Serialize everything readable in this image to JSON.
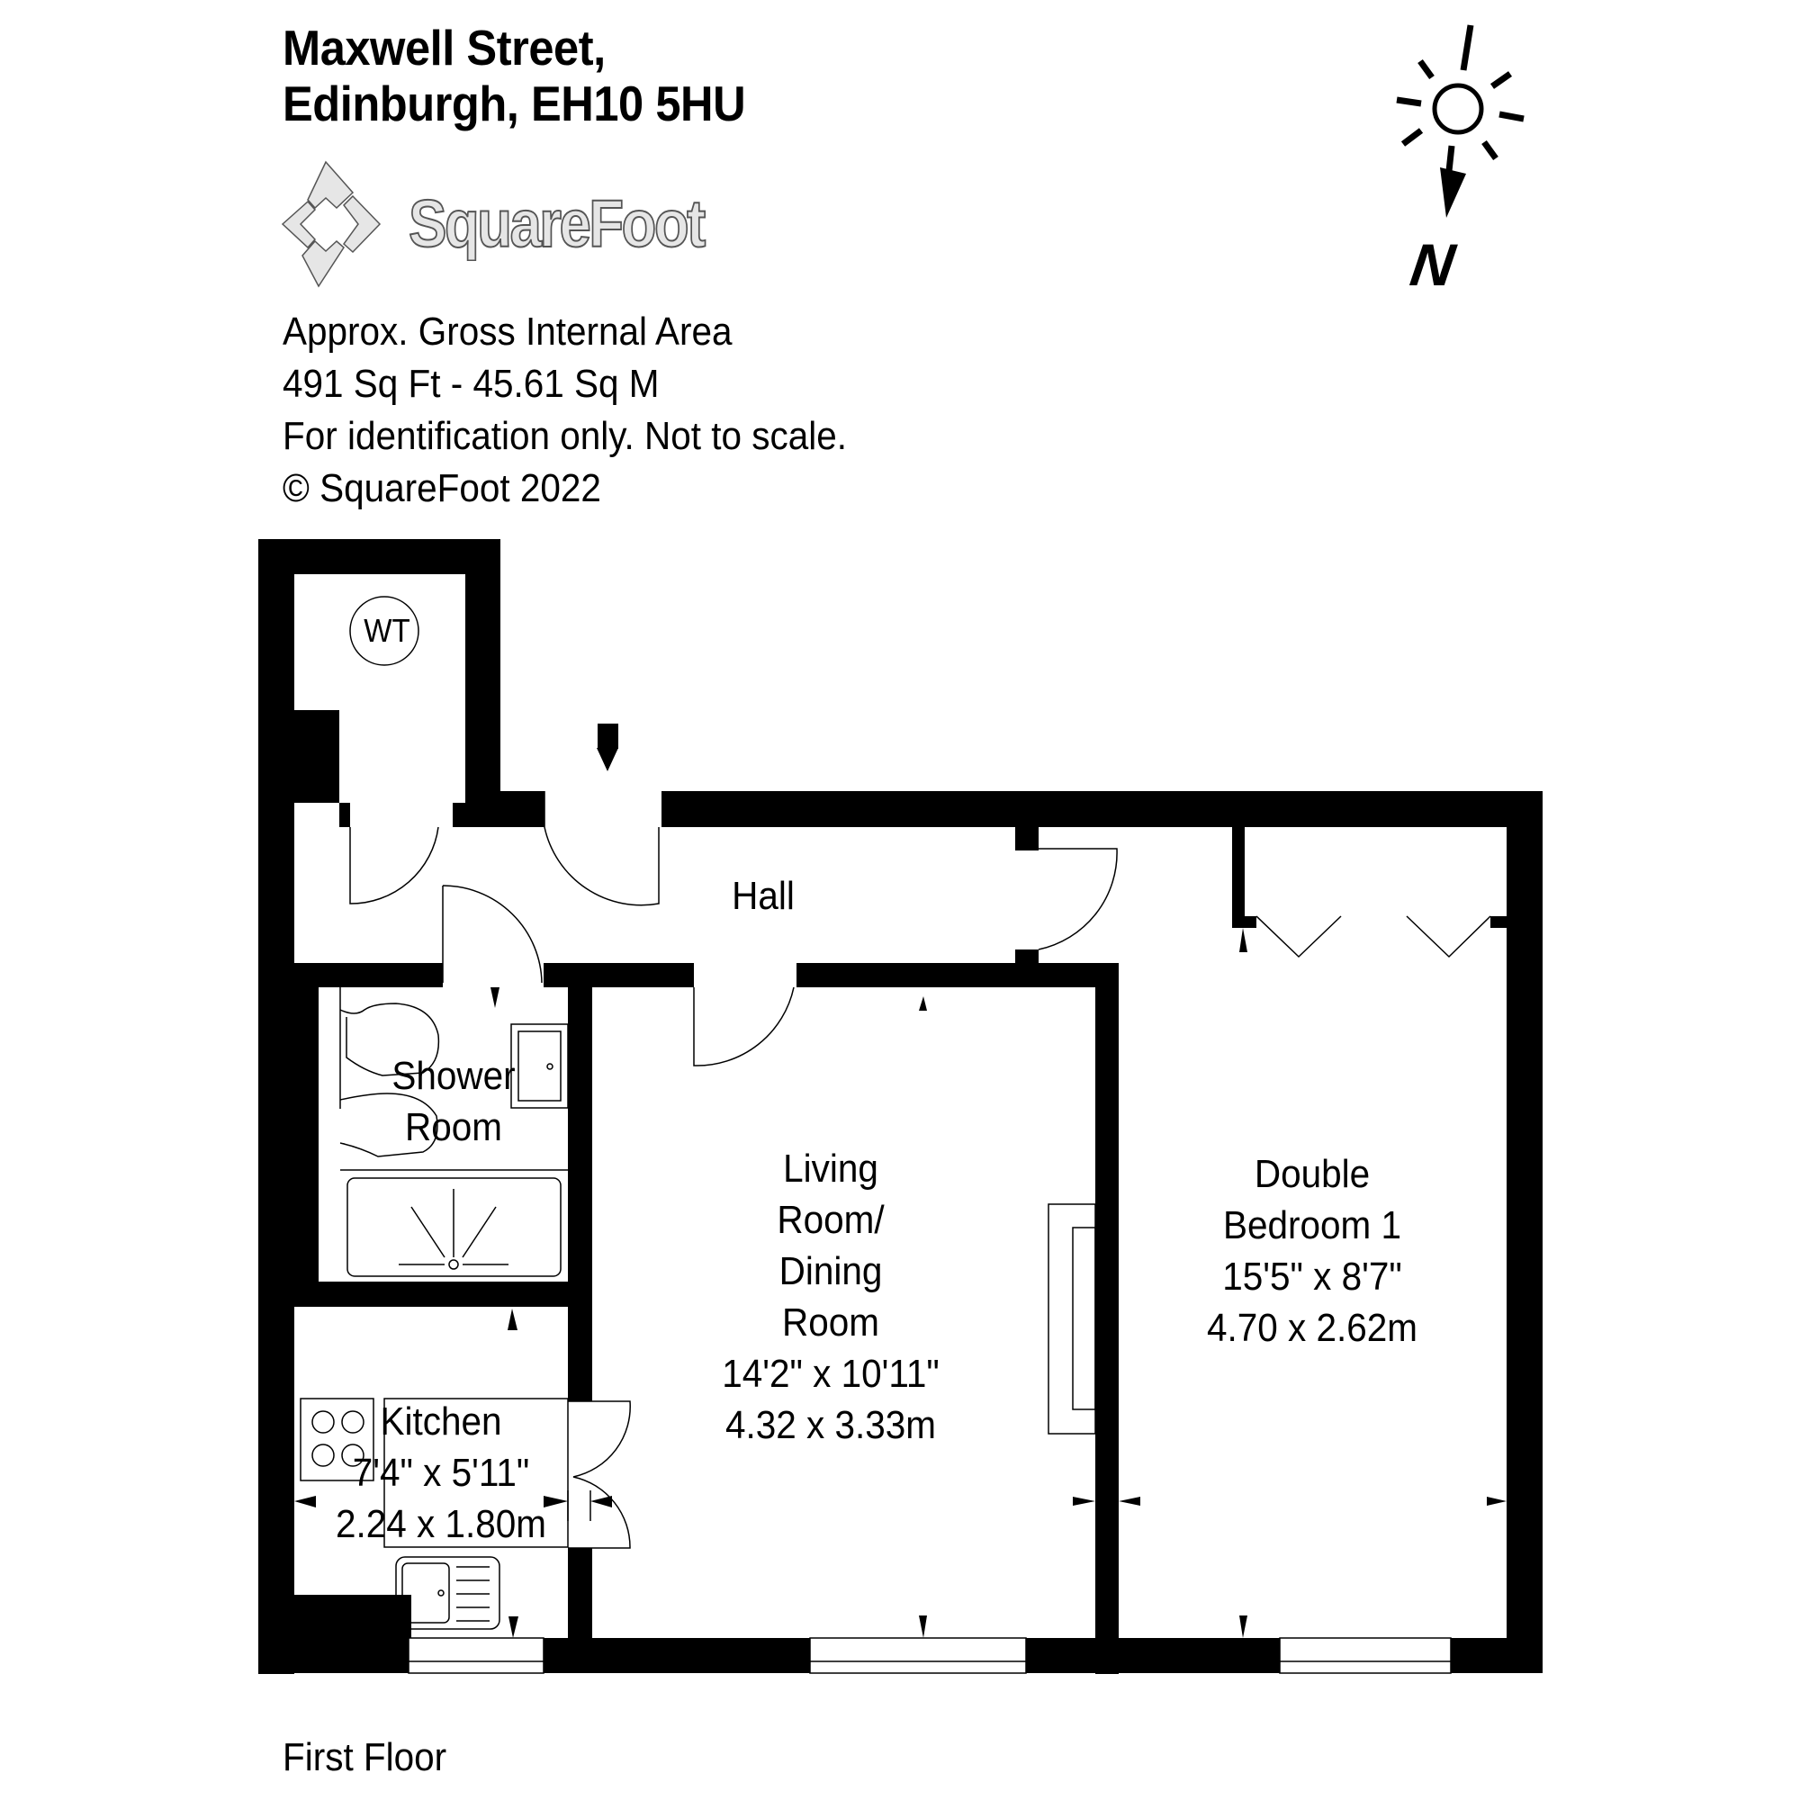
{
  "header": {
    "address_line1": "Maxwell Street,",
    "address_line2": "Edinburgh, EH10 5HU"
  },
  "logo": {
    "brand": "SquareFoot"
  },
  "compass": {
    "north_label": "N",
    "icon": "sun-north-arrow-icon"
  },
  "info": {
    "area_heading": "Approx. Gross Internal Area",
    "area_value": "491 Sq Ft  -  45.61 Sq M",
    "disclaimer": "For identification only. Not to scale.",
    "copyright": "© SquareFoot 2022"
  },
  "floor": {
    "label": "First Floor"
  },
  "rooms": {
    "hall": {
      "name": "Hall"
    },
    "store": {
      "fixture": "WT"
    },
    "shower_room": {
      "line1": "Shower",
      "line2": "Room"
    },
    "kitchen": {
      "name": "Kitchen",
      "imperial": "7'4\" x 5'11\"",
      "metric": "2.24 x 1.80m"
    },
    "living_room": {
      "line1": "Living",
      "line2": "Room/",
      "line3": "Dining",
      "line4": "Room",
      "imperial": "14'2\" x 10'11\"",
      "metric": "4.32 x 3.33m"
    },
    "bedroom": {
      "line1": "Double",
      "line2": "Bedroom 1",
      "imperial": "15'5\" x 8'7\"",
      "metric": "4.70 x 2.62m"
    }
  },
  "colors": {
    "wall": "#000000",
    "background": "#ffffff",
    "logo_fill": "#e6e6e6",
    "logo_stroke": "#555555"
  }
}
